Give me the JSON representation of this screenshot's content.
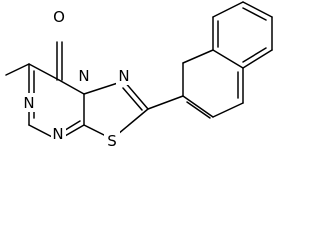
{
  "molecule": {
    "atoms": {
      "carbonyl_oxygen": "O",
      "triazine_n_upper": "N",
      "triazine_n_lower": "N",
      "bridgehead_n": "N",
      "thiadiazole_n": "N",
      "sulfur": "S"
    }
  }
}
